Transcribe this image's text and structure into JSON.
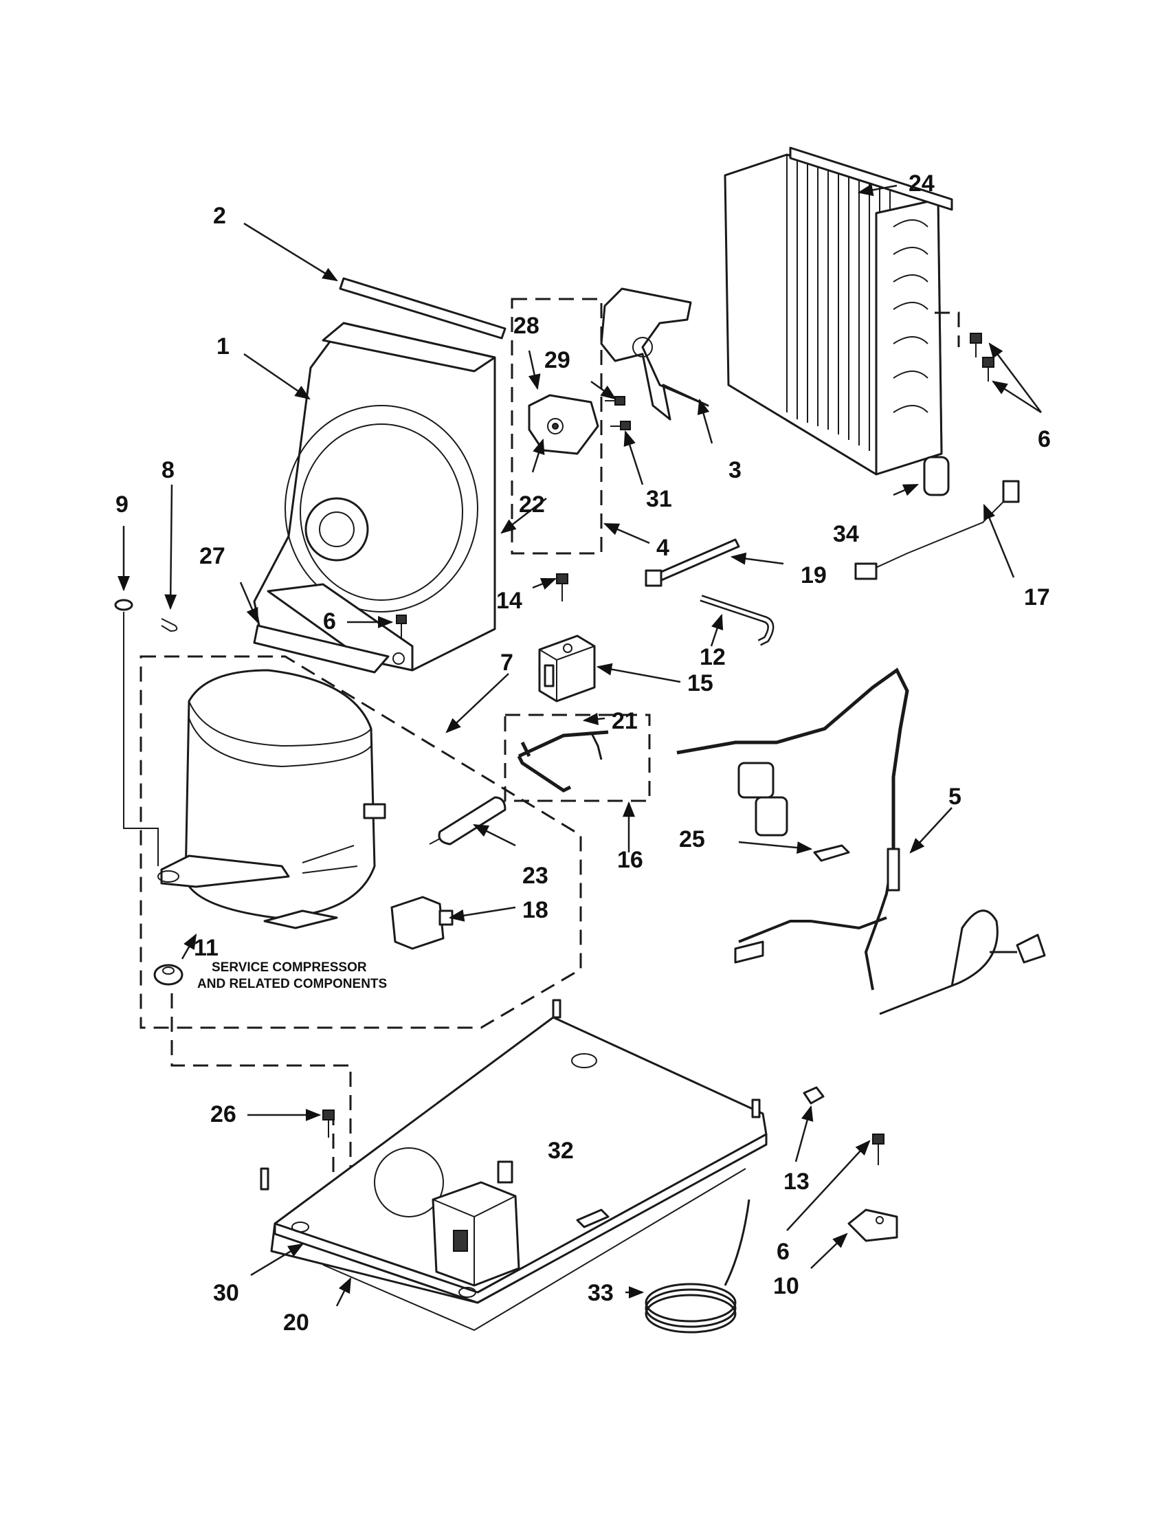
{
  "diagram": {
    "labels": {
      "p1": "1",
      "p2": "2",
      "p3": "3",
      "p4": "4",
      "p5": "5",
      "p6a": "6",
      "p6b": "6",
      "p6c": "6",
      "p7": "7",
      "p8": "8",
      "p9": "9",
      "p10": "10",
      "p11": "11",
      "p12": "12",
      "p13": "13",
      "p14": "14",
      "p15": "15",
      "p16": "16",
      "p17": "17",
      "p18": "18",
      "p19": "19",
      "p20": "20",
      "p21": "21",
      "p22": "22",
      "p23": "23",
      "p24": "24",
      "p25": "25",
      "p26": "26",
      "p27": "27",
      "p28": "28",
      "p29": "29",
      "p30": "30",
      "p31": "31",
      "p32": "32",
      "p33": "33",
      "p34": "34"
    },
    "note_line1": "SERVICE COMPRESSOR",
    "note_line2": "AND RELATED COMPONENTS"
  }
}
